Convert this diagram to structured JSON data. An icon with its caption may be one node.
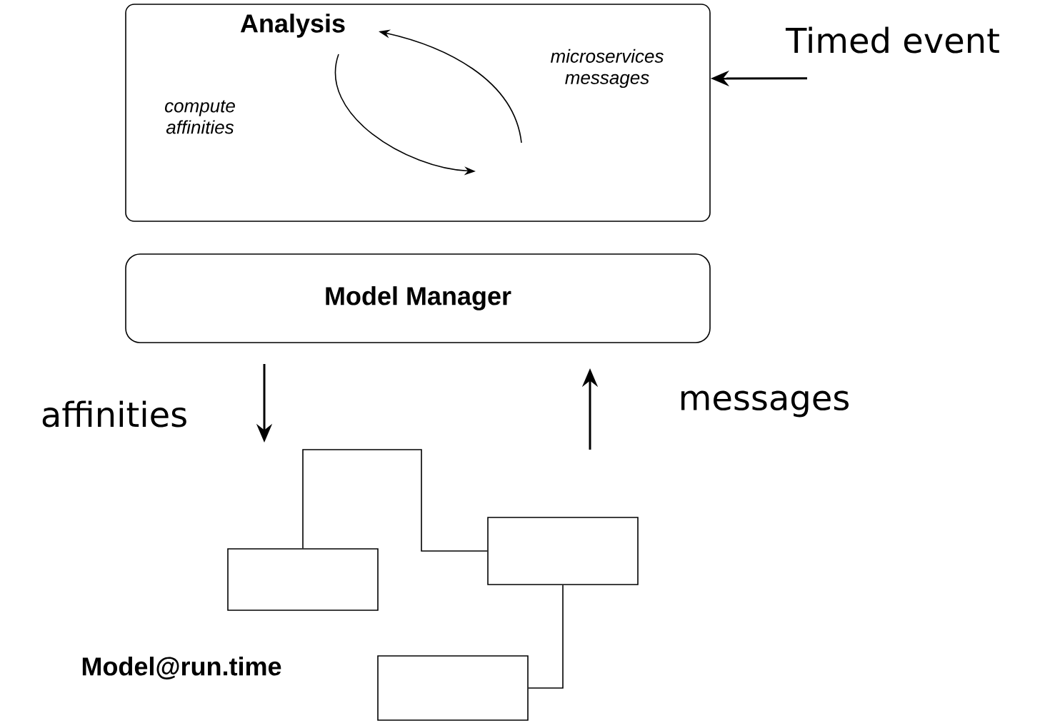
{
  "diagram": {
    "nodes": [
      {
        "text": [
          "Analysis",
          "compute affinities",
          "microservices messages"
        ]
      },
      {
        "text": [
          "Model Manager"
        ]
      },
      {
        "text": [
          "Timed event"
        ]
      },
      {
        "text": [],
        "shape": "box"
      },
      {
        "text": [],
        "shape": "box"
      },
      {
        "text": [],
        "shape": "box"
      }
    ],
    "edges": [
      {
        "from": 2,
        "to": 0,
        "arrow": "to"
      },
      {
        "from": 3,
        "to": 4,
        "arrow": "none"
      },
      {
        "from": 4,
        "to": 5,
        "arrow": "none"
      }
    ],
    "labels": [
      "affinities",
      "messages",
      "Model@run.time"
    ]
  }
}
